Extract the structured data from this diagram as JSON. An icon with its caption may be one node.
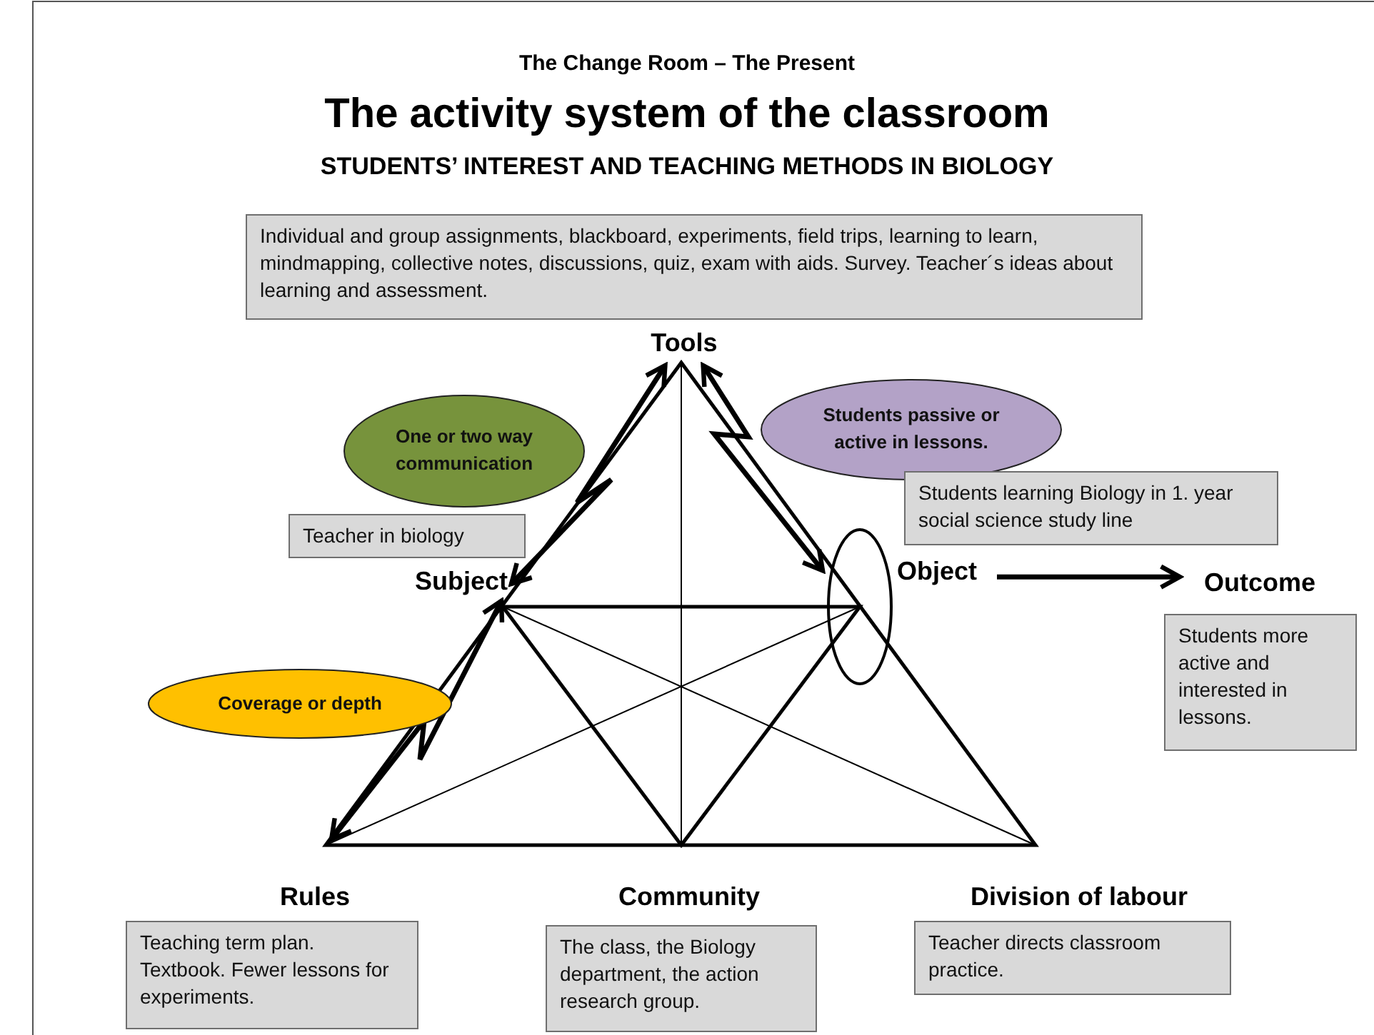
{
  "diagram": {
    "title": "The activity system of the classroom",
    "nodes": [
      {
        "text": [
          "Individual and group assignments, blackboard, experiments, field trips, learning to learn, mindmapping, collective notes, discussions, quiz, exam with aids. Survey. Teacher´s ideas about learning and assessment."
        ]
      },
      {
        "text": [
          "Tools"
        ]
      },
      {
        "text": [
          "One or two way communication"
        ]
      },
      {
        "text": [
          "Students passive or active in lessons."
        ]
      },
      {
        "text": [
          "Students learning Biology in 1. year social science study line"
        ]
      },
      {
        "text": [
          "Teacher in biology"
        ]
      },
      {
        "text": [
          "Subject"
        ]
      },
      {
        "text": [
          "Object"
        ]
      },
      {
        "text": [
          "Outcome"
        ]
      },
      {
        "text": [
          "Students more active and interested in lessons."
        ]
      },
      {
        "text": [
          "Coverage or depth"
        ]
      },
      {
        "text": [
          "Rules"
        ]
      },
      {
        "text": [
          "Community"
        ]
      },
      {
        "text": [
          "Division of labour"
        ]
      },
      {
        "text": [
          "Teaching term plan. Textbook. Fewer lessons for experiments."
        ]
      },
      {
        "text": [
          "The class, the Biology department, the action research group."
        ]
      },
      {
        "text": [
          "Teacher directs classroom practice."
        ]
      }
    ],
    "edges": [
      {
        "from": 6,
        "to": 1,
        "arrow": "both"
      },
      {
        "from": 1,
        "to": 7,
        "arrow": "both"
      },
      {
        "from": 6,
        "to": 11,
        "arrow": "both"
      },
      {
        "from": 7,
        "to": 8,
        "arrow": "to"
      }
    ],
    "labels": [
      "The Change Room – The Present",
      "STUDENTS’ INTEREST AND TEACHING METHODS IN BIOLOGY"
    ]
  }
}
